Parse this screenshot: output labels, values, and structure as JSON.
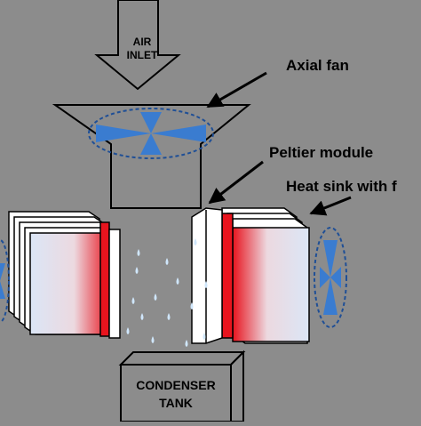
{
  "labels": {
    "air_inlet_line1": "AIR",
    "air_inlet_line2": "INLET",
    "axial_fan": "Axial fan",
    "peltier_module": "Peltier module",
    "heat_sink": "Heat sink with f",
    "condenser_line1": "CONDENSER",
    "condenser_line2": "TANK"
  },
  "colors": {
    "background": "#8c8c8c",
    "fan_blade": "#3a7cd0",
    "fan_ellipse": "#1f4f96",
    "peltier_red": "#e8141e",
    "heat_sink_hot": "#e8141e",
    "heat_sink_cool": "#dbe6f6",
    "droplet": "#cfe6fb",
    "outline": "#000000"
  },
  "icons": {
    "arrow": "arrow-down-icon",
    "fan": "fan-icon",
    "droplet": "water-droplet-icon"
  }
}
